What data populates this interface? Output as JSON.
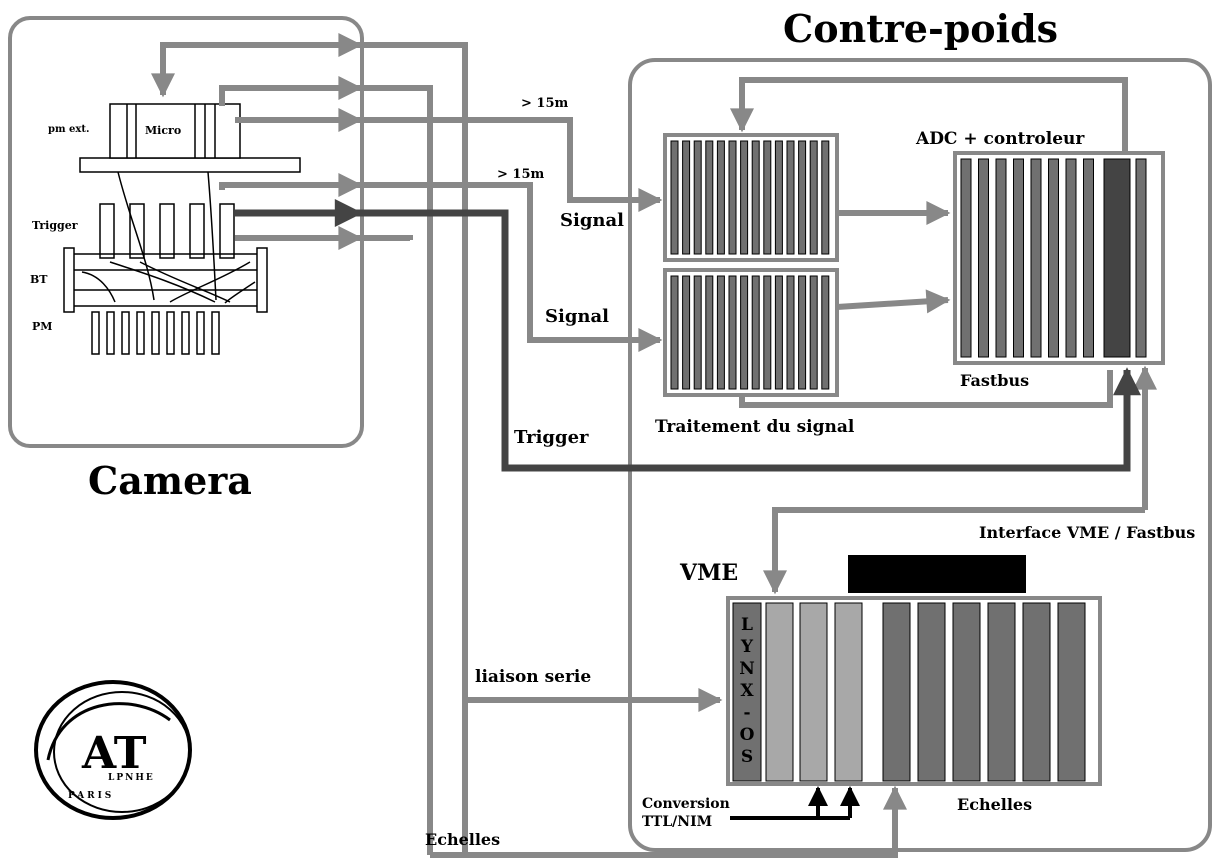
{
  "titles": {
    "contre_poids": "Contre-poids",
    "camera": "Camera"
  },
  "labels": {
    "pm_ext": "pm ext.",
    "micro": "Micro",
    "trigger_small": "Trigger",
    "bt": "BT",
    "pm": "PM",
    "gt15m_a": "> 15m",
    "gt15m_b": "> 15m",
    "signal_a": "Signal",
    "signal_b": "Signal",
    "adc": "ADC + controleur",
    "fastbus": "Fastbus",
    "traitement": "Traitement du signal",
    "trigger": "Trigger",
    "interface": "Interface VME / Fastbus",
    "vme": "VME",
    "lynx": [
      "L",
      "Y",
      "N",
      "X",
      "-",
      "O",
      "S"
    ],
    "liaison": "liaison serie",
    "conversion_1": "Conversion",
    "conversion_2": "TTL/NIM",
    "echelles_crate": "Echelles",
    "echelles_bottom": "Echelles"
  },
  "logo": {
    "letters": "AT",
    "text_1": "LPNHE",
    "text_2": "PARIS"
  },
  "colors": {
    "line": "#888888",
    "dark": "#444444",
    "module_dark": "#707070",
    "module_light": "#a8a8a8",
    "black": "#000000"
  }
}
